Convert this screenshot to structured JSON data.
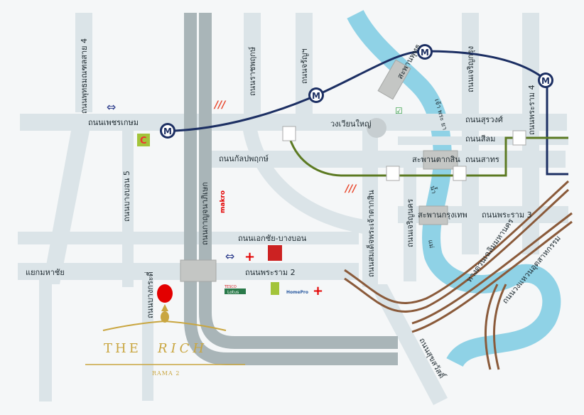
{
  "roads": {
    "phutthamonthon_4": "ถนนพุทธมณฑลสาย 4",
    "phetkasem": "ถนนเพชรเกษม",
    "bangbon_5": "ถนนบางบอน 5",
    "kanchanaphisek": "ถนนกาญจนาภิเษก",
    "ratchaphruek": "ถนนราชพฤกษ์",
    "charan": "ถนนจรัญฯ",
    "kanlapaphruek": "ถนนกัลปพฤกษ์",
    "wongwian_yai": "วงเวียนใหญ่",
    "charoen_krung": "ถนนเจริญกรุง",
    "surawong": "ถนนสุรวงศ์",
    "rama_4": "ถนนพระราม 4",
    "silom": "ถนนสีลม",
    "sathorn": "ถนนสาทร",
    "rama_3": "ถนนพระราม 3",
    "ekachai_bangbon": "ถนนเอกชัย-บางบอน",
    "rama_2": "ถนนพระราม 2",
    "mahachai_junction": "แยกมหาชัย",
    "bangkradi": "ถนนบางกระดี่",
    "somdet_phra_chao_taksin": "ถนนสมเด็จพระเจ้าตากสิน",
    "charoen_nakhon": "ถนนเจริญนคร",
    "suksawat": "ถนนสุขสวัสดิ์",
    "chaloem_maha_nakhon_expressway": "ทางด่วนเฉลิมมหานคร",
    "industrial_ring_road": "ถนนวงแหวนอุตสาหกรรม"
  },
  "bridges": {
    "phut": "สะพานพุทธ",
    "taksin": "สะพานตากสิน",
    "krungthep": "สะพานกรุงเทพ"
  },
  "river": {
    "part1": "เจ้า พระ ยา",
    "part2": "น้ำ",
    "part3": "แม่"
  },
  "landmarks": {
    "makro": "makro",
    "mrt_letter": "M",
    "tesco": "TESCO",
    "lotus": "Lotus",
    "homepro": "HomePro"
  },
  "project": {
    "name_the": "THE",
    "name_rich": "RICH",
    "subtitle": "RAMA 2"
  },
  "colors": {
    "mrt_line": "#1c2f63",
    "bts_line": "#5c7a22",
    "river": "#8fd2e6",
    "expressway": "#8a5a3a",
    "pin": "#e30000",
    "logo_gold": "#c9a640"
  }
}
